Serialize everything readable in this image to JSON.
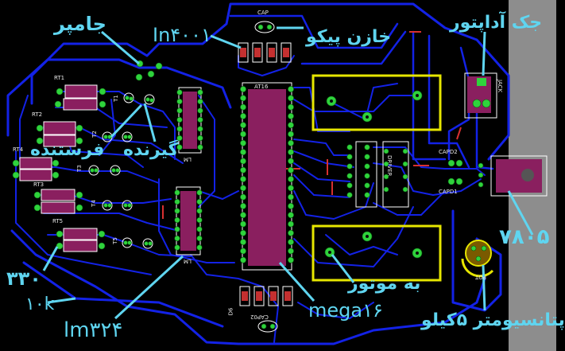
{
  "annotations": {
    "jumper": "جامپر",
    "in4001": "In۴۰۰۱",
    "capacitor_pico": "خازن پیکو",
    "jack_adapter": "جک آداپتور",
    "transmitter": "فرستنده",
    "receiver": "گیرنده",
    "r330": "۳۳۰",
    "r10k": "۱۰k",
    "lm324": "lm۳۲۴",
    "mega16": "mega۱۶",
    "to_motor": "به موتور",
    "regulator_7805": "۷۸۰۵",
    "pot_5k": "پتانسیومتر ۵کیلو"
  },
  "silkscreen": {
    "cap": "CAP",
    "at16": "AT16",
    "jack": "JACK",
    "capd2": "CAPD2",
    "capd1": "CAPD1",
    "cap02": "CAP02",
    "pot": "POT",
    "driver": "DRIVER",
    "rt1": "RT1",
    "rt2": "RT2",
    "rt3": "RT3",
    "rt4": "RT4",
    "rt5": "RT5",
    "t1": "T1",
    "t2": "T2",
    "t3": "T3",
    "t4": "T4",
    "t5": "T5",
    "lm_upper": "LM",
    "lm_lower": "LM",
    "d6": "D6"
  },
  "colors": {
    "background": "#000000",
    "trace": "#1322e6",
    "pad": "#2fd33c",
    "silkscreen_outline": "#e6e600",
    "component_body": "#8a1f5f",
    "callout": "#5fd5f0",
    "board_edge": "#8d8d8d"
  }
}
